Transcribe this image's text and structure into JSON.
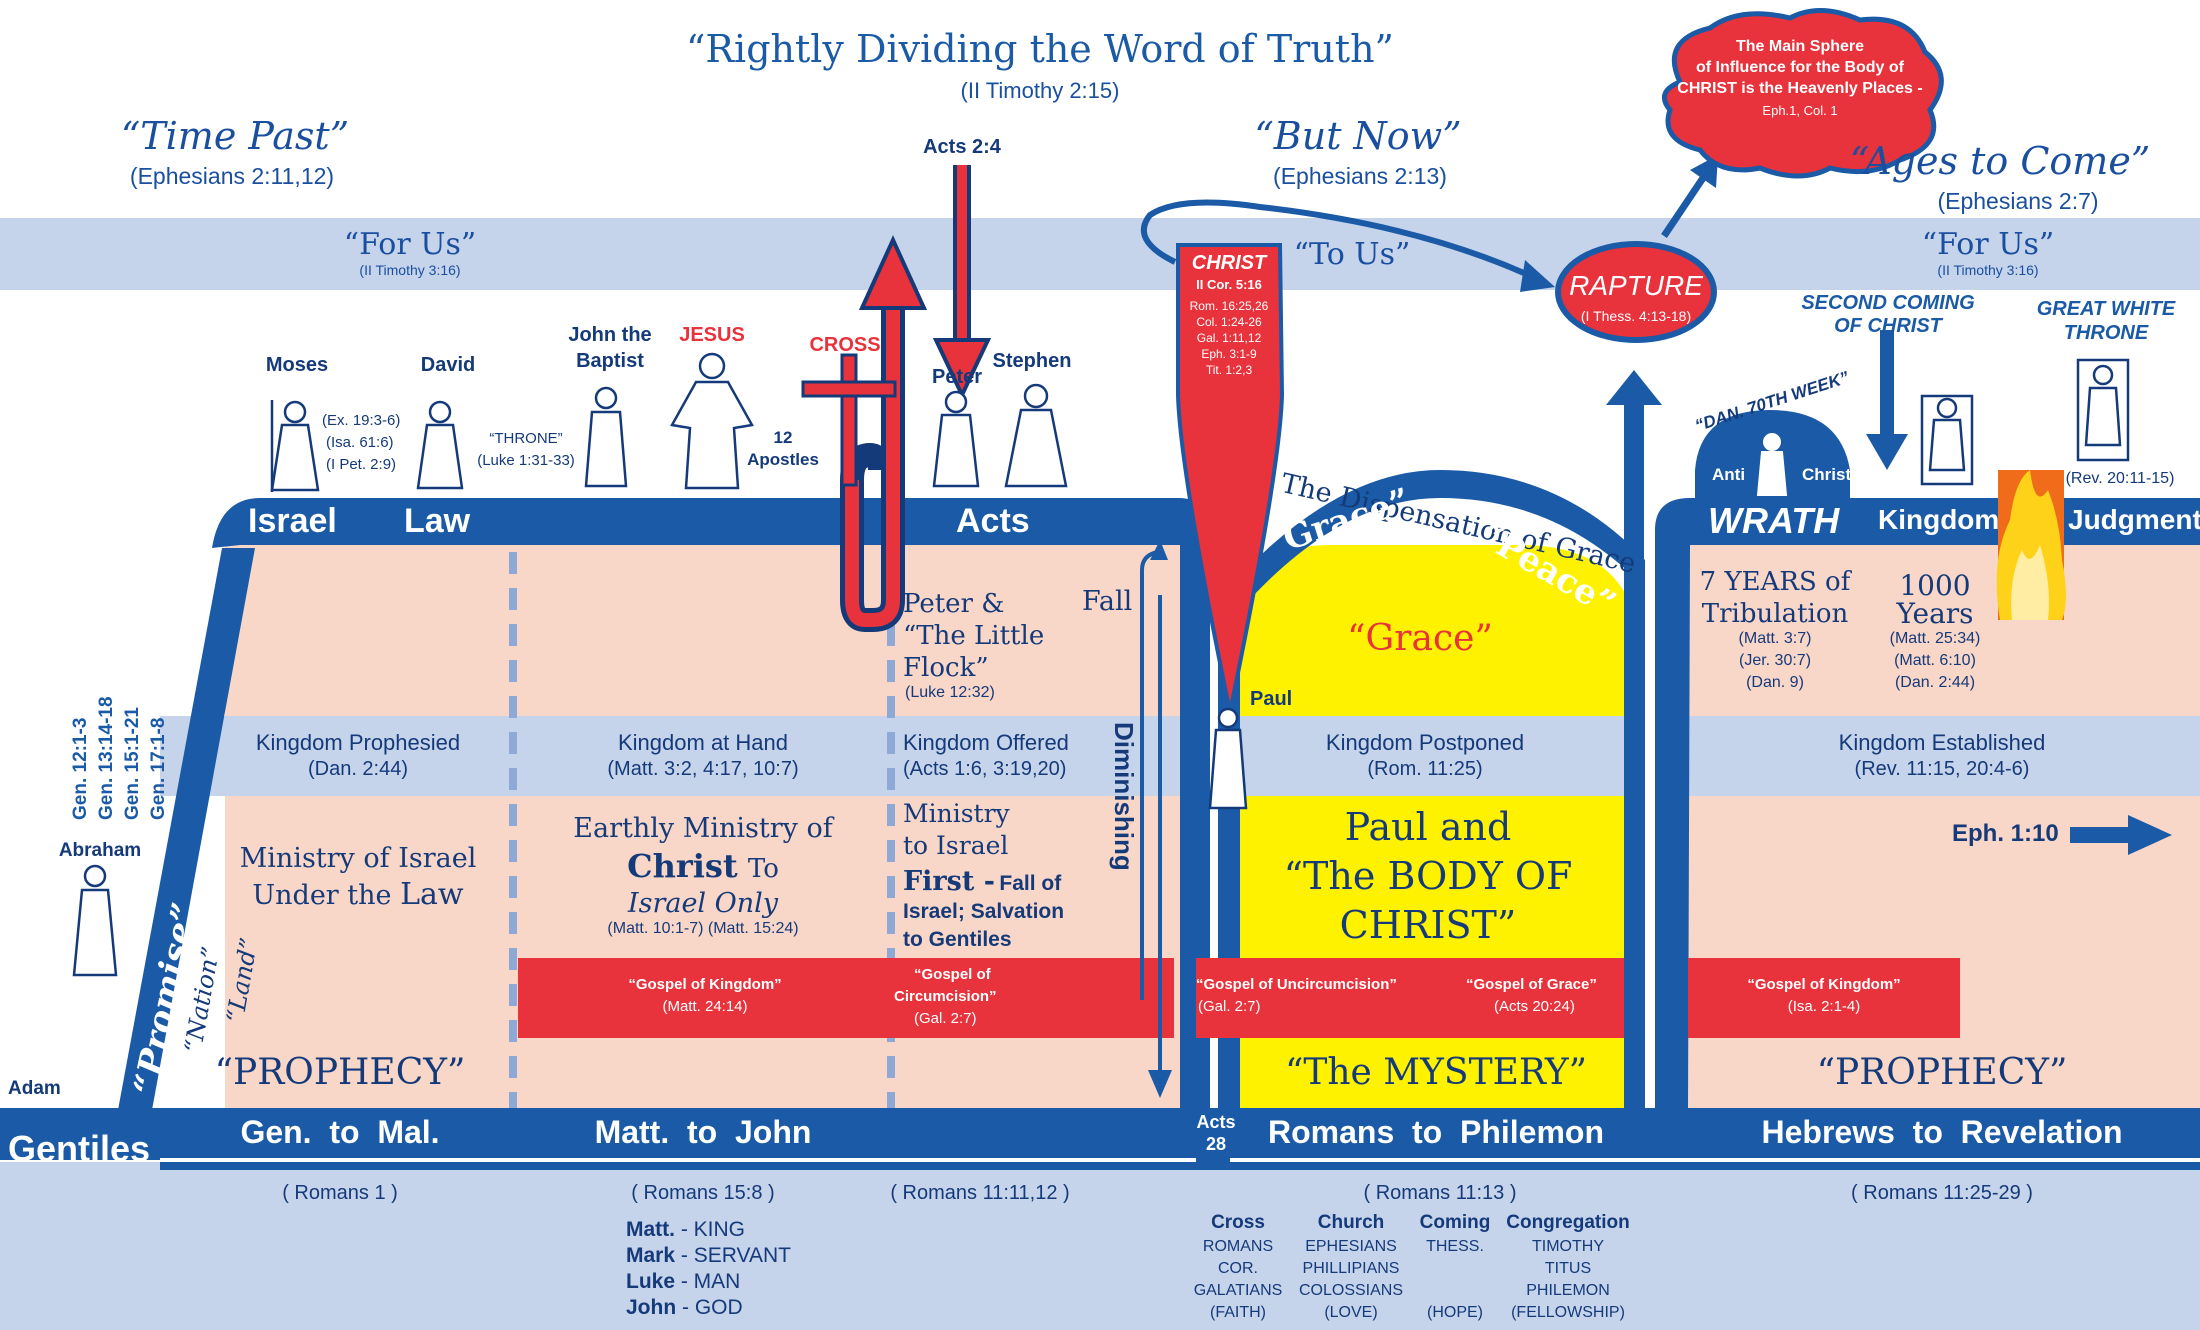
{
  "header": {
    "title": "“Rightly Dividing the  Word of Truth”",
    "subtitle": "(II Timothy  2:15)"
  },
  "eras": {
    "time_past": "“Time Past”",
    "time_past_ref": "(Ephesians 2:11,12)",
    "but_now": "“But Now”",
    "but_now_ref": "(Ephesians 2:13)",
    "ages_to_come": "“Ages to Come”",
    "ages_to_come_ref": "(Ephesians 2:7)"
  },
  "band": {
    "for_us_left": "“For Us”",
    "for_us_left_ref": "(II Timothy 3:16)",
    "to_us": "“To Us”",
    "for_us_right": "“For Us”",
    "for_us_right_ref": "(II Timothy 3:16)"
  },
  "cloud": {
    "l1": "The Main Sphere",
    "l2": "of Influence for the Body of",
    "l3": "CHRIST is the Heavenly Places -",
    "l4": "Eph.1, Col. 1"
  },
  "rapture": {
    "label": "RAPTURE",
    "ref": "(I Thess. 4:13-18)"
  },
  "acts_2_4": "Acts 2:4",
  "christ_drop": {
    "title": "CHRIST",
    "ref1": "II Cor. 5:16",
    "refs": [
      "Rom. 16:25,26",
      "Col. 1:24-26",
      "Gal. 1:11,12",
      "Eph. 3:1-9",
      "Tit. 1:2,3"
    ]
  },
  "figures": {
    "moses": "Moses",
    "david": "David",
    "john_l1": "John the",
    "john_l2": "Baptist",
    "jesus": "JESUS",
    "cross": "CROSS",
    "peter": "Peter",
    "stephen": "Stephen",
    "twelve_l1": "12",
    "twelve_l2": "Apostles",
    "moses_refs": [
      "(Ex. 19:3-6)",
      "(Isa. 61:6)",
      "(I Pet. 2:9)"
    ],
    "throne": "“THRONE”",
    "throne_ref": "(Luke 1:31-33)",
    "abraham": "Abraham",
    "paul": "Paul",
    "adam": "Adam"
  },
  "right_top": {
    "second_coming_l1": "SECOND COMING",
    "second_coming_l2": "OF CHRIST",
    "gwt_l1": "GREAT WHITE",
    "gwt_l2": "THRONE",
    "dan70": "“DAN. 70TH WEEK”",
    "anti": "Anti",
    "christ": "Christ",
    "rev_ref": "(Rev. 20:11-15)"
  },
  "headers": {
    "israel": "Israel",
    "law": "Law",
    "acts": "Acts",
    "wrath": "WRATH",
    "kingdom": "Kingdom",
    "judgment": "Judgment",
    "dispensation": "The Dispensation of Grace",
    "grace_q": "“Grace”",
    "peace_q": "“Peace”"
  },
  "genesis_refs": [
    "Gen. 12:1-3",
    "Gen. 13:14-18",
    "Gen. 15:1-21",
    "Gen. 17:1-8"
  ],
  "promise": {
    "promise": "“Promise”",
    "nation": "“Nation”",
    "land": "“Land”"
  },
  "middle": {
    "peter_flock_l1": "Peter &",
    "peter_flock_l2": "“The Little",
    "peter_flock_l3": "Flock”",
    "peter_flock_ref": "(Luke 12:32)",
    "fall": "Fall",
    "diminishing": "Diminishing",
    "grace_center": "“Grace”",
    "tribulation_l1": "7 YEARS of",
    "tribulation_l2": "Tribulation",
    "tribulation_refs": [
      "(Matt. 3:7)",
      "(Jer. 30:7)",
      "(Dan. 9)"
    ],
    "thousand_l1": "1000",
    "thousand_l2": "Years",
    "thousand_refs": [
      "(Matt. 25:34)",
      "(Matt. 6:10)",
      "(Dan. 2:44)"
    ]
  },
  "kingdom_row": [
    {
      "label": "Kingdom Prophesied",
      "ref": "(Dan. 2:44)"
    },
    {
      "label": "Kingdom at Hand",
      "ref": "(Matt. 3:2, 4:17, 10:7)"
    },
    {
      "label": "Kingdom Offered",
      "ref": "(Acts 1:6, 3:19,20)"
    },
    {
      "label": "Kingdom Postponed",
      "ref": "(Rom. 11:25)"
    },
    {
      "label": "Kingdom Established",
      "ref": "(Rev. 11:15, 20:4-6)"
    }
  ],
  "ministry": {
    "israel_l1": "Ministry of Israel",
    "israel_l2": "Under the",
    "israel_law": "Law",
    "earthly_l1": "Earthly Ministry of",
    "earthly_christ": "Christ",
    "earthly_to": "To",
    "earthly_l3": "Israel Only",
    "earthly_ref": "(Matt. 10:1-7) (Matt. 15:24)",
    "acts_l1": "Ministry",
    "acts_l2": "to Israel",
    "acts_first": "First -",
    "acts_fall": "Fall of",
    "acts_l4": "Israel; Salvation",
    "acts_l5": "to Gentiles",
    "paul_l1": "Paul and",
    "paul_l2": "“The BODY OF",
    "paul_l3": "CHRIST”",
    "eph": "Eph. 1:10"
  },
  "gospels": [
    {
      "label": "“Gospel of Kingdom”",
      "ref": "(Matt. 24:14)"
    },
    {
      "label": "“Gospel of",
      "label2": "Circumcision”",
      "ref": "(Gal. 2:7)"
    },
    {
      "label": "“Gospel of Uncircumcision”",
      "ref": "(Gal. 2:7)"
    },
    {
      "label": "“Gospel of Grace”",
      "ref": "(Acts 20:24)"
    },
    {
      "label": "“Gospel of Kingdom”",
      "ref": "(Isa. 2:1-4)"
    }
  ],
  "prophecy_left": "“PROPHECY”",
  "mystery": "“The MYSTERY”",
  "prophecy_right": "“PROPHECY”",
  "books": {
    "gentiles": "Gentiles",
    "gen_mal": "Gen.  to  Mal.",
    "matt_john": "Matt.  to  John",
    "acts": "Acts",
    "acts_num": "28",
    "rom_phil": "Romans  to  Philemon",
    "heb_rev": "Hebrews  to  Revelation"
  },
  "bottom_refs": [
    "( Romans 1 )",
    "( Romans 15:8 )",
    "( Romans 11:11,12 )",
    "( Romans 11:13 )",
    "( Romans 11:25-29 )"
  ],
  "gospel_books": [
    {
      "book": "Matt.",
      "role": "- KING"
    },
    {
      "book": "Mark",
      "role": "- SERVANT"
    },
    {
      "book": "Luke",
      "role": "- MAN"
    },
    {
      "book": "John",
      "role": "- GOD"
    }
  ],
  "epistles": [
    {
      "head": "Cross",
      "lines": [
        "ROMANS",
        "COR.",
        "GALATIANS",
        "(FAITH)"
      ]
    },
    {
      "head": "Church",
      "lines": [
        "EPHESIANS",
        "PHILLIPIANS",
        "COLOSSIANS",
        "(LOVE)"
      ]
    },
    {
      "head": "Coming",
      "lines": [
        "THESS.",
        "",
        "",
        "(HOPE)"
      ]
    },
    {
      "head": "Congregation",
      "lines": [
        "TIMOTHY",
        "TITUS",
        "PHILEMON",
        "(FELLOWSHIP)"
      ]
    }
  ],
  "colors": {
    "blue": "#1a5aa6",
    "light_blue": "#c5d3eb",
    "pink": "#f8d6c8",
    "yellow": "#fff200",
    "red": "#e8323c",
    "orange": "#f4a21a"
  },
  "icons": [
    "person-figure-icon",
    "cross-icon",
    "arrow-icon",
    "throne-icon",
    "fire-icon",
    "cloud-icon"
  ]
}
